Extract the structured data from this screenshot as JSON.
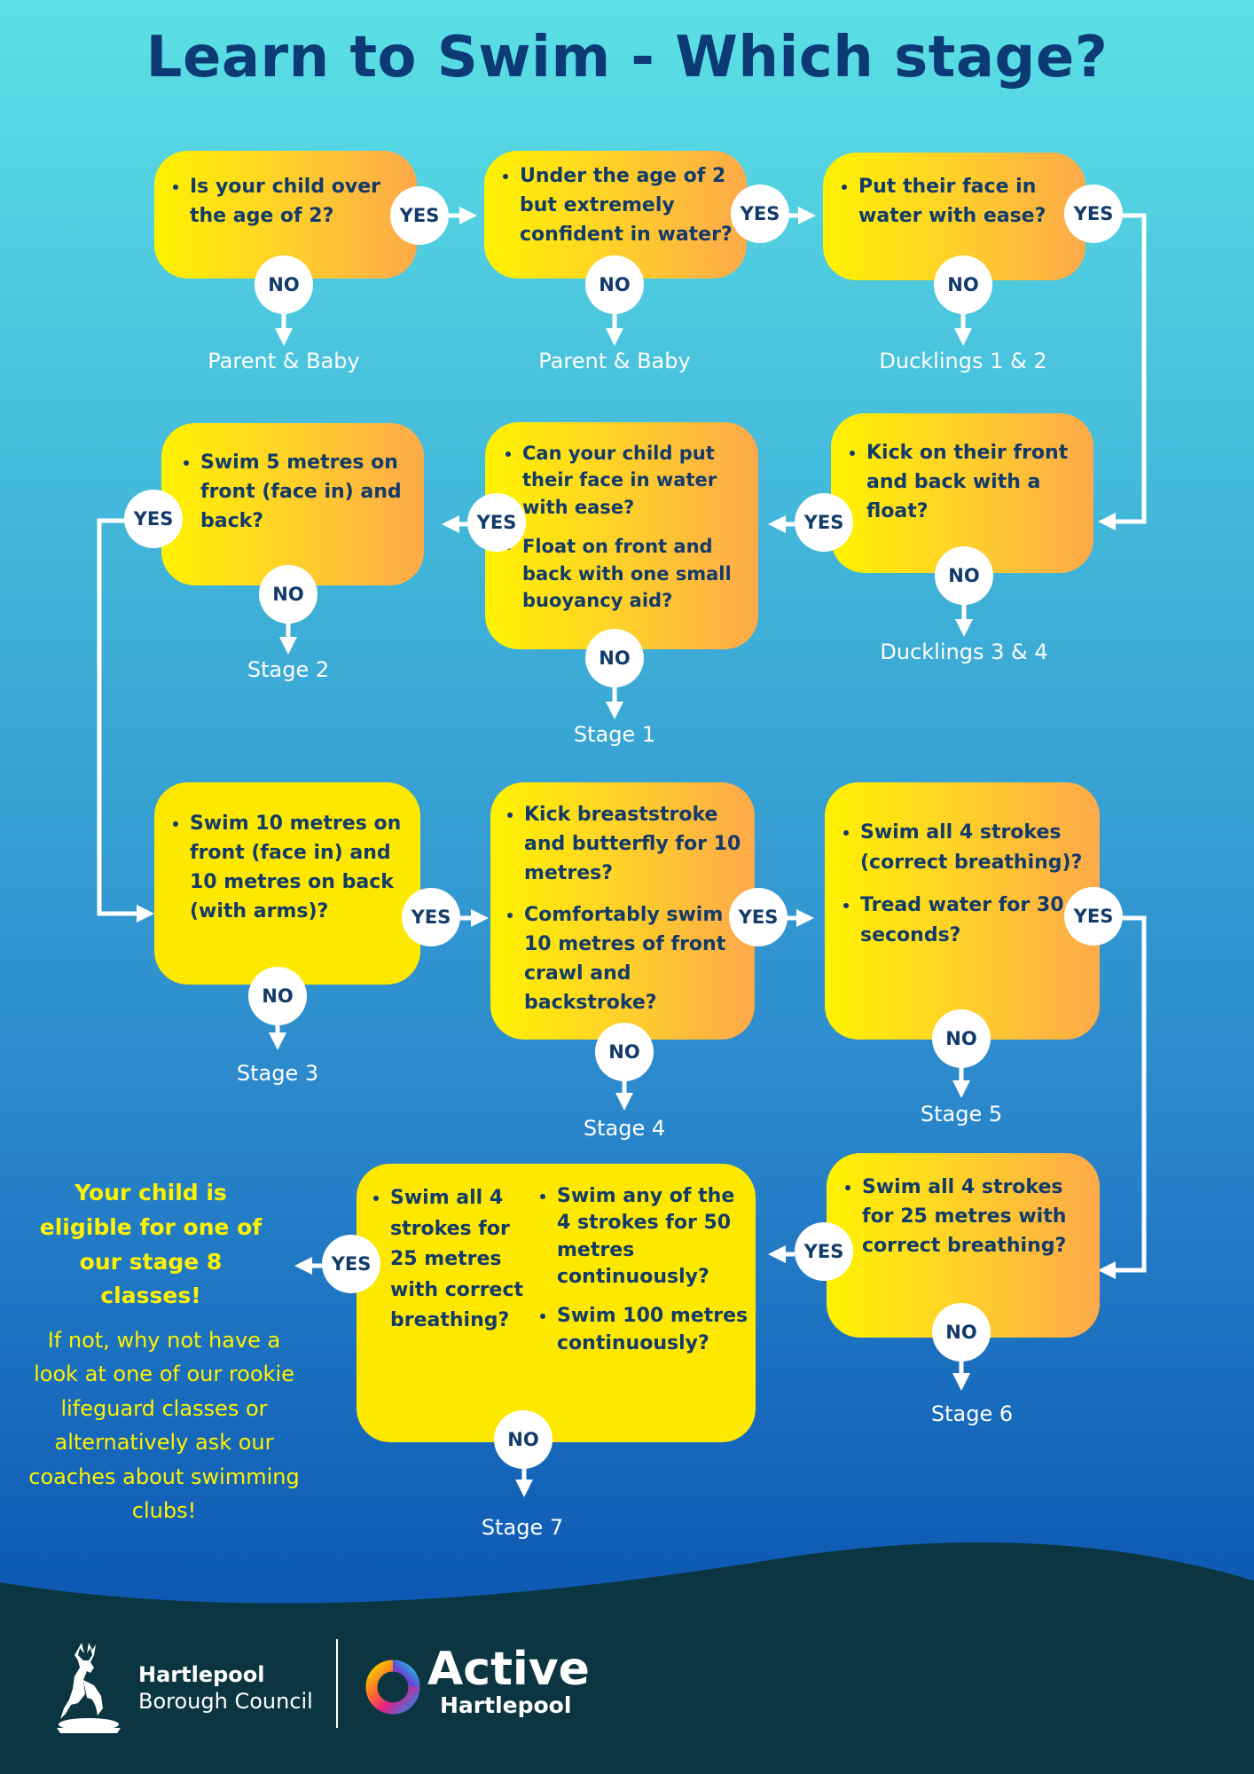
{
  "title": "Learn to Swim - Which stage?",
  "labels": {
    "yes": "YES",
    "no": "NO"
  },
  "questions": {
    "q1": [
      "Is your child over the age of 2?"
    ],
    "q2": [
      "Under the age of 2 but extremely confident in water?"
    ],
    "q3": [
      "Put their face in water with ease?"
    ],
    "q4": [
      "Kick on their front and back with a float?"
    ],
    "q5": [
      "Can your child put their face in water with ease?",
      "Float on front and back with one small buoyancy aid?"
    ],
    "q6": [
      "Swim 5 metres on front (face in) and back?"
    ],
    "q7": [
      "Swim 10 metres on front (face in) and 10 metres on back (with arms)?"
    ],
    "q8": [
      "Kick breaststroke and butterfly for 10 metres?",
      "Comfortably swim 10 metres of front crawl and backstroke?"
    ],
    "q9": [
      "Swim all 4 strokes (correct breathing)?",
      "Tread water for 30 seconds?"
    ],
    "q10": [
      "Swim all 4 strokes for 25 metres with correct breathing?"
    ],
    "q11a": [
      "Swim all 4 strokes for 25 metres with correct breathing?"
    ],
    "q11b": [
      "Swim any of the 4 strokes for 50 metres continuously?",
      "Swim 100 metres continuously?"
    ]
  },
  "outcomes": {
    "o1": "Parent & Baby",
    "o2": "Parent & Baby",
    "o3": "Ducklings 1 & 2",
    "o4": "Ducklings 3 & 4",
    "o5": "Stage 1",
    "o6": "Stage 2",
    "o7": "Stage 3",
    "o8": "Stage 4",
    "o9": "Stage 5",
    "o10": "Stage 6",
    "o11": "Stage 7"
  },
  "final": {
    "eligible": "Your child is eligible for one of our stage 8 classes!",
    "alternative": "If not, why not have a look at one of our rookie lifeguard classes or alternatively ask our coaches about swimming clubs!"
  },
  "footer": {
    "council_line1": "Hartlepool",
    "council_line2": "Borough Council",
    "active_word": "Active",
    "active_sub": "Hartlepool"
  },
  "colors": {
    "title": "#0c3a74",
    "box_yellow": "#fff200",
    "box_orange": "#fda94a",
    "footer_dark": "#0b3540",
    "highlight_text": "#fff200"
  }
}
